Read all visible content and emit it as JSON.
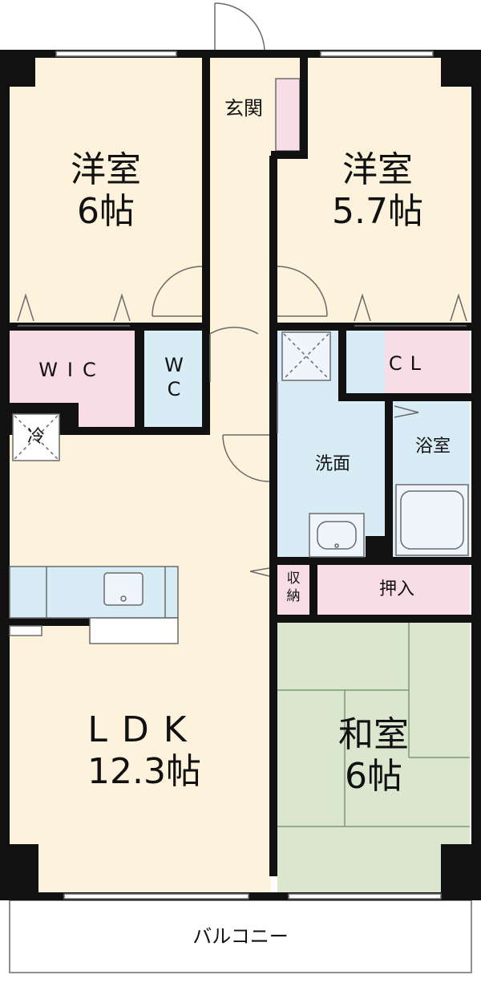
{
  "colors": {
    "wall": "#111111",
    "western_room": "#fdf3dd",
    "storage": "#f8dde6",
    "wet_area": "#d8ecf6",
    "tatami": "#dbe6cf",
    "balcony": "#ffffff",
    "line": "#6a6a6a"
  },
  "icons": [
    "door-swing-icon",
    "closet-door-icon",
    "fridge-icon",
    "kitchen-sink-icon",
    "washbasin-icon",
    "bathtub-icon",
    "washer-pan-icon",
    "tatami-pattern"
  ],
  "rooms": {
    "western_room_left": {
      "name": "洋室",
      "size": "6帖"
    },
    "western_room_right": {
      "name": "洋室",
      "size": "5.7帖"
    },
    "entrance": {
      "name": "玄関"
    },
    "wic": {
      "name": "WIC"
    },
    "wc": {
      "name_top": "W",
      "name_bottom": "C"
    },
    "cl": {
      "name": "CL"
    },
    "fridge": {
      "name": "冷"
    },
    "washroom": {
      "name": "洗面"
    },
    "bathroom": {
      "name": "浴室"
    },
    "storage_small": {
      "name_top": "収",
      "name_bottom": "納"
    },
    "oshiire": {
      "name": "押入"
    },
    "ldk": {
      "name": "LDK",
      "size": "12.3帖"
    },
    "japanese_room": {
      "name": "和室",
      "size": "6帖"
    },
    "balcony": {
      "name": "バルコニー"
    }
  }
}
